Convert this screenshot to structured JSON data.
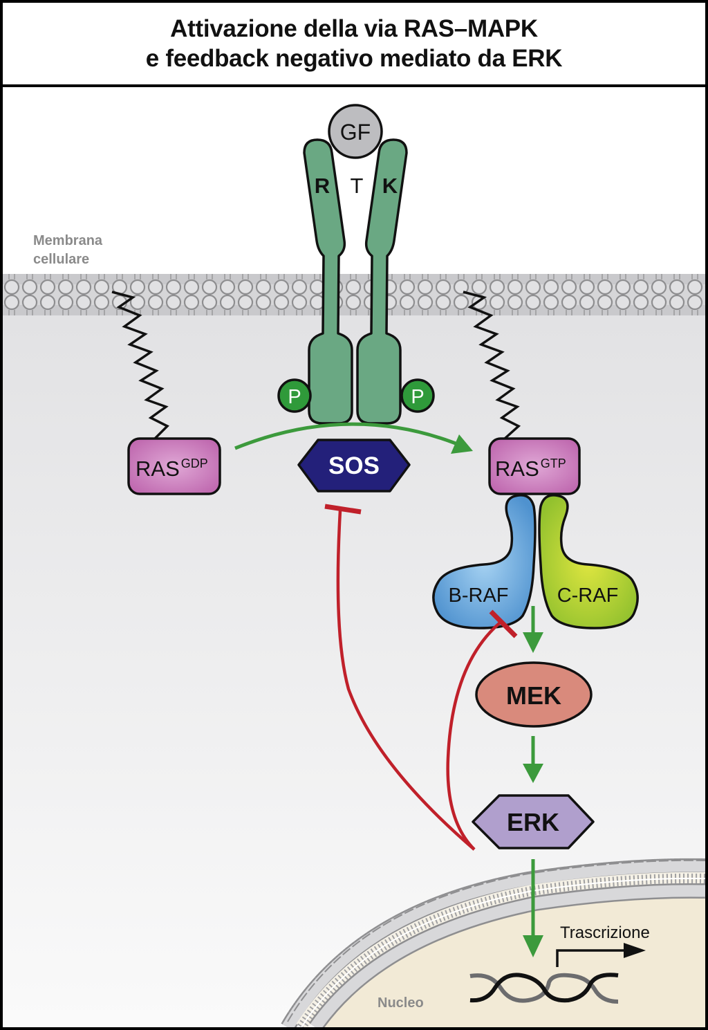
{
  "title": {
    "line1": "Attivazione della via RAS–MAPK",
    "line2": "e feedback negativo mediato da ERK"
  },
  "labels": {
    "membrane": [
      "Membrana",
      "cellulare"
    ],
    "nucleus": "Nucleo",
    "transcription": "Trascrizione"
  },
  "receptor": {
    "ligand": "GF",
    "letters": [
      "R",
      "T",
      "K"
    ],
    "phospho_left": "P",
    "phospho_right": "P"
  },
  "nodes": {
    "ras_gdp": {
      "main": "RAS",
      "sup": "GDP"
    },
    "sos": "SOS",
    "ras_gtp": {
      "main": "RAS",
      "sup": "GTP"
    },
    "braf": "B-RAF",
    "craf": "C-RAF",
    "mek": "MEK",
    "erk": "ERK"
  },
  "edges": [
    {
      "from": "RAS-GDP",
      "to": "RAS-GTP",
      "type": "activation",
      "via": "SOS"
    },
    {
      "from": "RAF",
      "to": "MEK",
      "type": "activation"
    },
    {
      "from": "MEK",
      "to": "ERK",
      "type": "activation"
    },
    {
      "from": "ERK",
      "to": "Nucleo/DNA",
      "type": "activation"
    },
    {
      "from": "ERK",
      "to": "SOS",
      "type": "inhibition"
    },
    {
      "from": "ERK",
      "to": "B-RAF/C-RAF",
      "type": "inhibition"
    }
  ],
  "colors": {
    "rtk": "#6aa883",
    "phospho": "#2f9a3a",
    "ligand": "#bdbdc0",
    "ras": "#d07fbf",
    "sos": "#23207a",
    "braf": "#6aa9dc",
    "craf": "#b9d23a",
    "mek": "#d98a7c",
    "erk": "#b09fcd",
    "activation": "#3c9a3c",
    "inhibition": "#c0202a",
    "cytoplasm": "#ececec",
    "nucleus": "#f2ead6"
  }
}
